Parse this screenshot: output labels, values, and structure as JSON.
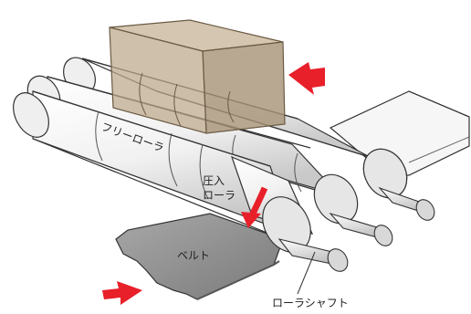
{
  "labels": {
    "free_roller": "フリーローラ",
    "pressure_roller_line1": "圧入",
    "pressure_roller_line2": "ローラ",
    "belt": "ベルト",
    "roller_shaft": "ローラシャフト"
  },
  "colors": {
    "accent_arrow": "#e8202a",
    "box_fill": "#b9a48a",
    "belt_gray": "#8c8c8c",
    "roller_white": "#f3f3f3",
    "outline": "#222222"
  },
  "icons": {
    "push_arrow": "arrow-left-icon",
    "feed_arrow": "arrow-right-icon",
    "rotation_arrow": "curved-arrow-down-icon"
  }
}
